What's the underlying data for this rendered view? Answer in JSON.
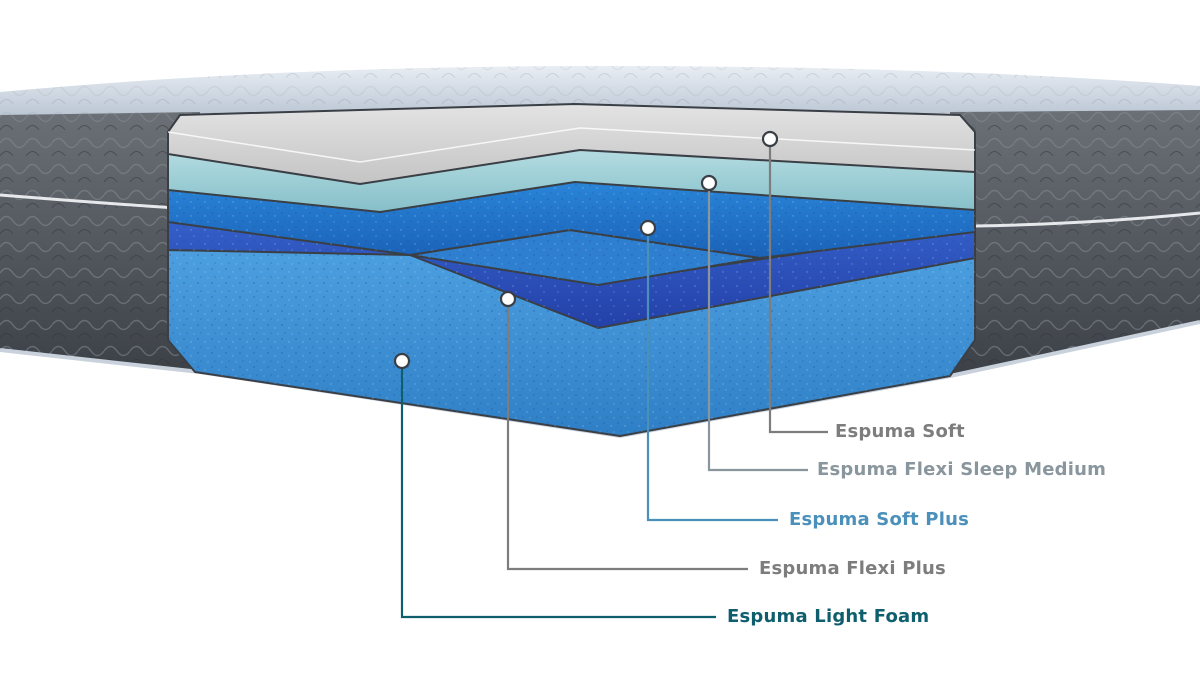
{
  "layers": [
    {
      "label": "Espuma Soft",
      "color": "#7d7d7d"
    },
    {
      "label": "Espuma Flexi Sleep Medium",
      "color": "#8a969d"
    },
    {
      "label": "Espuma Soft Plus",
      "color": "#4a90bb"
    },
    {
      "label": "Espuma Flexi Plus",
      "color": "#7d7d7d"
    },
    {
      "label": "Espuma Light Foam",
      "color": "#0f5e6e"
    }
  ],
  "colors": {
    "cover_top": "#d3dbe6",
    "cover_side": "#4f545b",
    "soft_layer": "#d6d6d6",
    "flexi_sleep_layer": "#9fcdd4",
    "soft_plus_layer": "#1f74c9",
    "flexi_plus_layer": "#2a4fb8",
    "light_foam_layer": "#3a8ed2"
  }
}
